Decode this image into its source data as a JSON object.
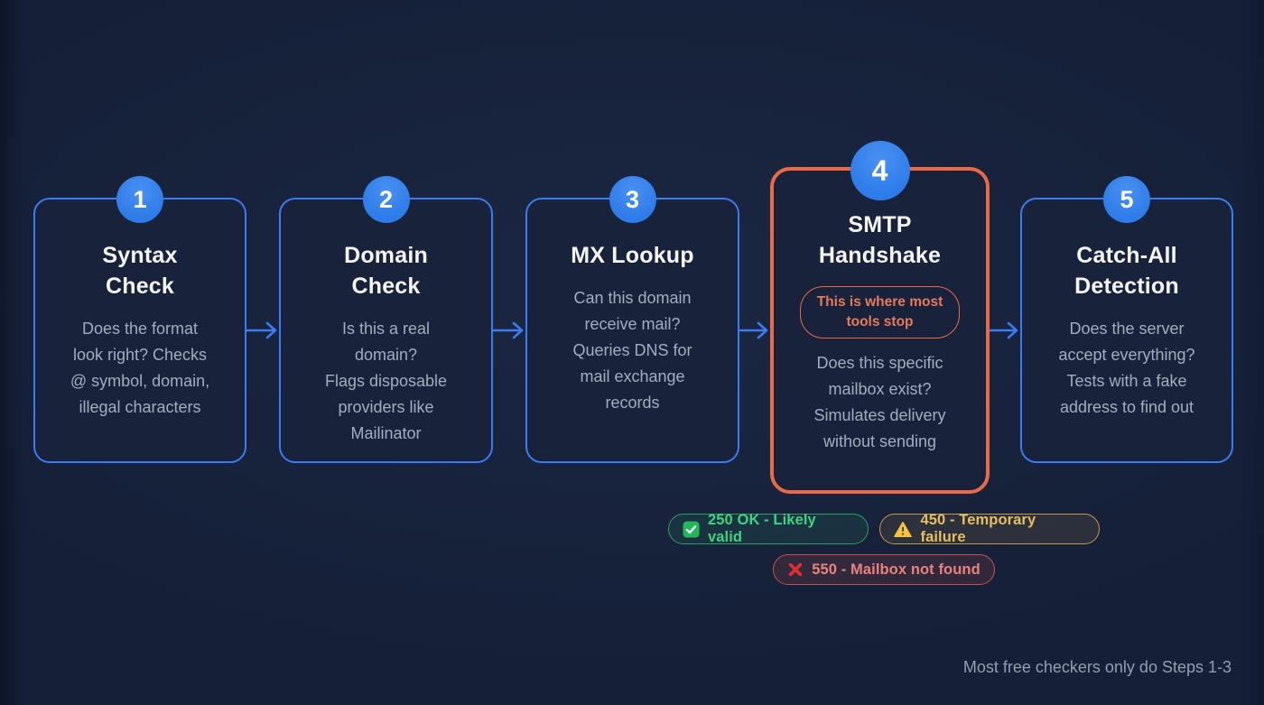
{
  "steps": [
    {
      "number": "1",
      "title": "Syntax\nCheck",
      "body": "Does the format\nlook right? Checks\n@ symbol, domain,\nillegal characters"
    },
    {
      "number": "2",
      "title": "Domain\nCheck",
      "body": "Is this a real\ndomain?\nFlags disposable\nproviders like\nMailinator"
    },
    {
      "number": "3",
      "title": "MX Lookup",
      "body": "Can this domain\nreceive mail?\nQueries DNS for\nmail exchange\nrecords"
    },
    {
      "number": "4",
      "title": "SMTP\nHandshake",
      "callout": "This is where most\ntools stop",
      "body": "Does this specific\nmailbox exist?\nSimulates delivery\nwithout sending"
    },
    {
      "number": "5",
      "title": "Catch-All\nDetection",
      "body": "Does the server\naccept everything?\nTests with a fake\naddress to find out"
    }
  ],
  "badges": [
    {
      "icon": "check-icon",
      "label": "250 OK - Likely valid"
    },
    {
      "icon": "warning-icon",
      "label": "450 - Temporary failure"
    },
    {
      "icon": "cross-icon",
      "label": "550 - Mailbox not found"
    }
  ],
  "footer": {
    "note": "Most free checkers only do Steps 1-3"
  },
  "colors": {
    "page_bg": "#151f37",
    "card_bg": "#18223b",
    "blue_accent": "#3b7cf0",
    "circle_blue": "#2d7ce9",
    "orange_accent": "#ea6a48",
    "title_text": "#f4f6f9",
    "body_text": "#a4acbe",
    "green_status": "#3ed47f",
    "amber_status": "#e7bd62",
    "red_status": "#e8837b",
    "footer_text": "#959db0"
  }
}
